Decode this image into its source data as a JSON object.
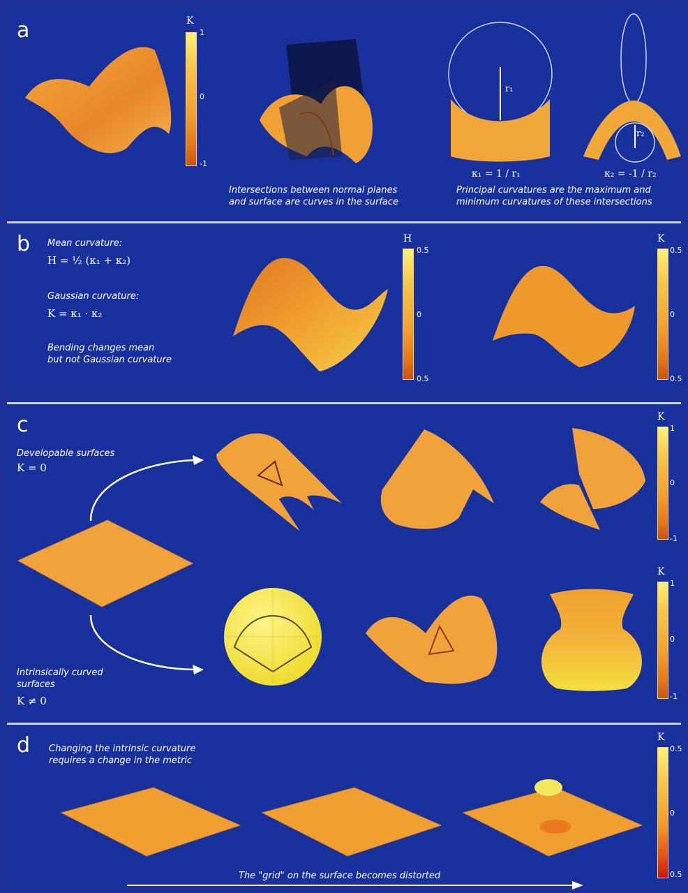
{
  "colors": {
    "background": "#17309c",
    "surface": "#f2a23a",
    "divider": "#c7d6ff"
  },
  "panel_a": {
    "letter": "a",
    "colorbar": {
      "label": "K",
      "top": "1",
      "mid": "0",
      "bottom": "-1"
    },
    "circle_label_1": "κ₁ = 1 / r₁",
    "circle_label_2": "κ₂ = -1 / r₂",
    "r1_label": "r₁",
    "r2_label": "r₂",
    "caption_left": "Intersections between normal planes\nand surface are curves in the surface",
    "caption_right": "Principal curvatures are the maximum and\nminimum curvatures of these intersections"
  },
  "panel_b": {
    "letter": "b",
    "mean_title": "Mean curvature:",
    "mean_formula": "H = ½ (κ₁ + κ₂)",
    "gauss_title": "Gaussian curvature:",
    "gauss_formula": "K = κ₁ · κ₂",
    "note": "Bending changes mean\nbut not Gaussian curvature",
    "colorbar_h": {
      "label": "H",
      "top": "0.5",
      "mid": "0",
      "bottom": "0.5"
    },
    "colorbar_k": {
      "label": "K",
      "top": "0.5",
      "mid": "0",
      "bottom": "0.5"
    }
  },
  "panel_c": {
    "letter": "c",
    "developable_title": "Developable surfaces",
    "developable_formula": "K = 0",
    "curved_title": "Intrinsically curved\nsurfaces",
    "curved_formula": "K ≠ 0",
    "colorbar_top": {
      "label": "K",
      "top": "1",
      "mid": "0",
      "bottom": "-1"
    },
    "colorbar_bottom": {
      "label": "K",
      "top": "1",
      "mid": "0",
      "bottom": "-1"
    }
  },
  "panel_d": {
    "letter": "d",
    "caption": "Changing the intrinsic curvature\nrequires a change in the metric",
    "bottom_caption": "The \"grid\" on the surface becomes distorted",
    "colorbar": {
      "label": "K",
      "top": "0.5",
      "mid": "0",
      "bottom": "0.5"
    }
  }
}
